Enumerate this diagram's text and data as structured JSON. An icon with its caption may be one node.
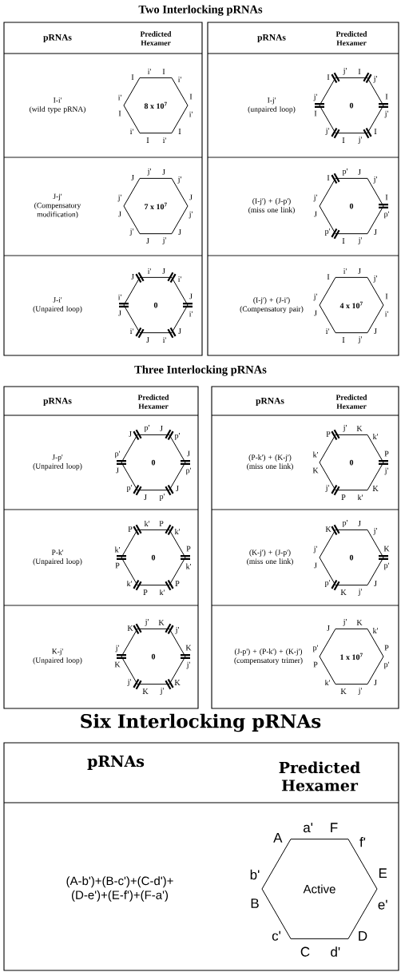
{
  "diagram": {
    "nodes": [
      {
        "text": [
          "8 x 10$^{7}$"
        ],
        "beside": [
          "I",
          "i'",
          "I",
          "i'",
          "I",
          "i'",
          "I",
          "i'",
          "I",
          "i'",
          "I",
          "i'"
        ]
      },
      {
        "text": [
          "0"
        ],
        "beside": [
          "I",
          "j'",
          "I",
          "j'",
          "I",
          "j'",
          "I",
          "j'",
          "I",
          "j'",
          "I",
          "j'"
        ]
      },
      {
        "text": [
          "7 x 10$^{7}$"
        ],
        "beside": [
          "J",
          "j'",
          "J",
          "j'",
          "J",
          "j'",
          "J",
          "j'",
          "J",
          "j'",
          "J",
          "j'"
        ]
      },
      {
        "text": [
          "0"
        ],
        "beside": [
          "I",
          "p'",
          "J",
          "j'",
          "I",
          "p'",
          "J",
          "j'",
          "I",
          "p'",
          "J",
          "j'"
        ]
      },
      {
        "text": [
          "0"
        ],
        "beside": [
          "J",
          "i'",
          "J",
          "i'",
          "J",
          "i'",
          "J",
          "i'",
          "J",
          "i'",
          "J",
          "i'"
        ]
      },
      {
        "text": [
          "4 x 10$^{7}$"
        ],
        "beside": [
          "I",
          "i'",
          "J",
          "j'",
          "I",
          "i'",
          "J",
          "j'",
          "I",
          "i'",
          "J",
          "j'"
        ]
      },
      {
        "text": [
          "0"
        ],
        "beside": [
          "J",
          "p'",
          "J",
          "p'",
          "J",
          "p'",
          "J",
          "p'",
          "J",
          "p'",
          "J",
          "p'"
        ]
      },
      {
        "text": [
          "0"
        ],
        "beside": [
          "P",
          "j'",
          "K",
          "k'",
          "P",
          "j'",
          "K",
          "k'",
          "P",
          "j'",
          "K",
          "k'"
        ]
      },
      {
        "text": [
          "0"
        ],
        "beside": [
          "P",
          "k'",
          "P",
          "k'",
          "P",
          "k'",
          "P",
          "k'",
          "P",
          "k'",
          "P",
          "k'"
        ]
      },
      {
        "text": [
          "0"
        ],
        "beside": [
          "K",
          "p'",
          "J",
          "j'",
          "K",
          "p'",
          "J",
          "j'",
          "K",
          "p'",
          "J",
          "j'"
        ]
      },
      {
        "text": [
          "0"
        ],
        "beside": [
          "K",
          "j'",
          "K",
          "j'",
          "K",
          "j'",
          "K",
          "j'",
          "K",
          "j'",
          "K",
          "j'"
        ]
      },
      {
        "text": [
          "1 x 10$^{7}$"
        ],
        "beside": [
          "J",
          "j'",
          "K",
          "k'",
          "P",
          "p'",
          "J",
          "j'",
          "K",
          "k'",
          "P",
          "p'"
        ]
      },
      {
        "text": [
          "Active"
        ],
        "beside": [
          "A",
          "a'",
          "F",
          "f'",
          "E",
          "e'",
          "D",
          "d'",
          "C",
          "c'",
          "B",
          "b'"
        ]
      }
    ],
    "labels": [
      "Two Interlocking pRNAs",
      "pRNAs",
      "Predicted Hexamer",
      "pRNAs",
      "Predicted Hexamer",
      "I-i'",
      "(wild type pRNA)",
      "I-j'",
      "(unpaired loop)",
      "J-j'",
      "(Compensatory modification)",
      "(I-j') + (J-p')",
      "(miss one link)",
      "J-i'",
      "(Unpaired loop)",
      "(I-j') + (J-i')",
      "(Compensatory pair)",
      "Three Interlocking pRNAs",
      "pRNAs",
      "Predicted Hexamer",
      "pRNAs",
      "Predicted Hexamer",
      "J-p'",
      "(Unpaired loop)",
      "(P-k') + (K-j')",
      "(miss one link)",
      "P-k'",
      "(Unpaired loop)",
      "(K-j') + (J-p')",
      "(miss one link)",
      "K-j'",
      "(Unpaired loop)",
      "(J-p') + (P-k') + (K-j')",
      "(compensatory trimer)",
      "Six Interlocking pRNAs",
      "pRNAs",
      "Predicted Hexamer",
      "(A-b')+(B-c')+(C-d')+ (D-e')+(E-f')+(F-a')"
    ]
  }
}
